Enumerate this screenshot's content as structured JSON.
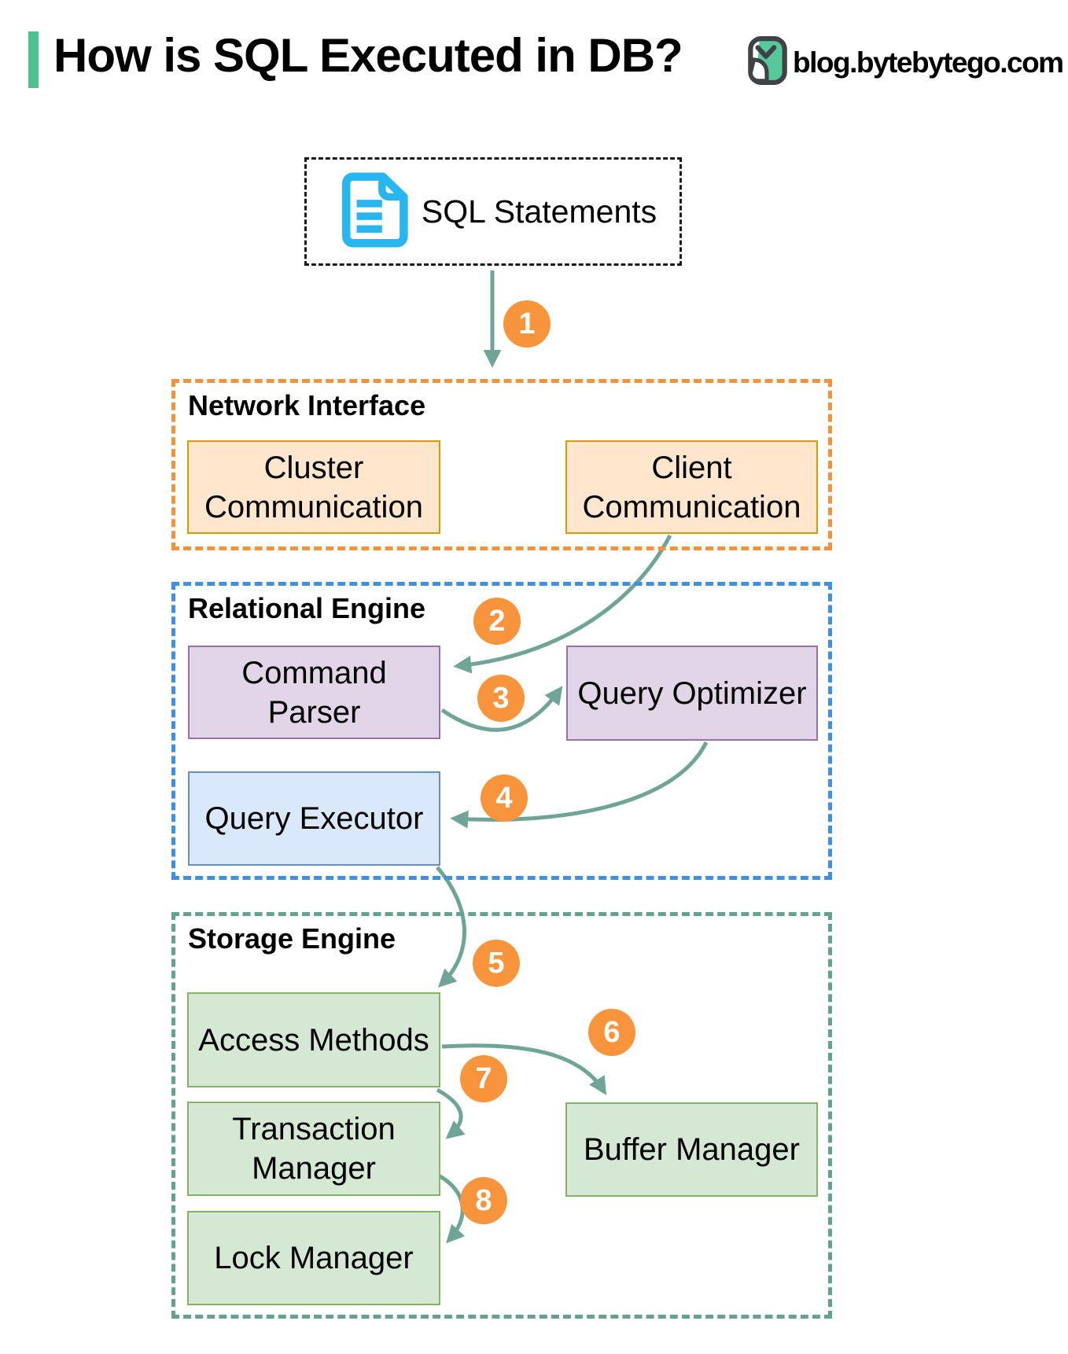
{
  "page": {
    "title": "How is SQL Executed in DB?",
    "brand_url": "blog.bytebytego.com"
  },
  "colors": {
    "accent_green": "#4EC18F",
    "badge_orange": "#F7943C",
    "arrow_teal": "#6FA596",
    "network_border": "#F0933A",
    "relational_border": "#3F8FE3",
    "storage_border": "#61A292",
    "peach_fill": "#FFE6CC",
    "peach_border": "#D79B00",
    "purple_fill": "#E1D5E7",
    "purple_border": "#9673A6",
    "blue_fill": "#DAE8FC",
    "blue_border": "#6C8EBF",
    "green_fill": "#D5E8D4",
    "green_border": "#82B366",
    "doc_icon_cyan": "#29B5F0"
  },
  "diagram": {
    "source": {
      "label": "SQL Statements",
      "icon": "document-icon"
    },
    "sections": [
      {
        "id": "network-interface",
        "label": "Network Interface",
        "boxes": [
          {
            "label": "Cluster Communication"
          },
          {
            "label": "Client Communication"
          }
        ]
      },
      {
        "id": "relational-engine",
        "label": "Relational Engine",
        "boxes": [
          {
            "label": "Command Parser"
          },
          {
            "label": "Query Optimizer"
          },
          {
            "label": "Query Executor"
          }
        ]
      },
      {
        "id": "storage-engine",
        "label": "Storage Engine",
        "boxes": [
          {
            "label": "Access Methods"
          },
          {
            "label": "Transaction Manager"
          },
          {
            "label": "Lock Manager"
          },
          {
            "label": "Buffer Manager"
          }
        ]
      }
    ],
    "steps": [
      {
        "n": "1"
      },
      {
        "n": "2"
      },
      {
        "n": "3"
      },
      {
        "n": "4"
      },
      {
        "n": "5"
      },
      {
        "n": "6"
      },
      {
        "n": "7"
      },
      {
        "n": "8"
      }
    ]
  }
}
